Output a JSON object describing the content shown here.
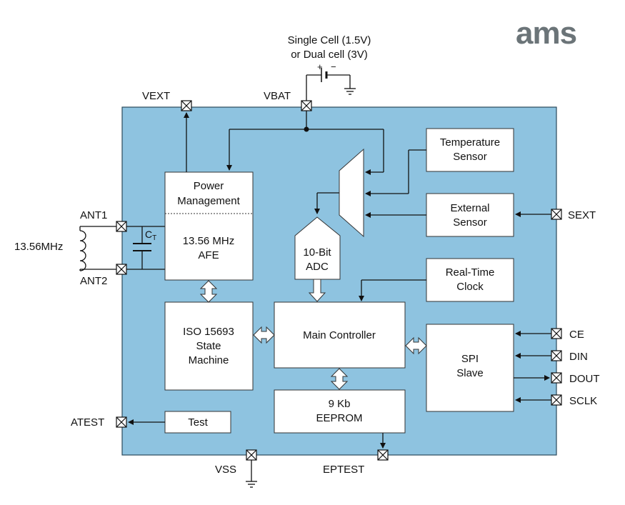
{
  "logo": {
    "text": "ams"
  },
  "supply": {
    "line1": "Single Cell (1.5V)",
    "line2": "or Dual cell (3V)",
    "plus": "+",
    "minus": "−"
  },
  "pins": {
    "vext": "VEXT",
    "vbat": "VBAT",
    "ant1": "ANT1",
    "ant2": "ANT2",
    "sext": "SEXT",
    "ce": "CE",
    "din": "DIN",
    "dout": "DOUT",
    "sclk": "SCLK",
    "atest": "ATEST",
    "vss": "VSS",
    "eptest": "EPTEST"
  },
  "antenna": {
    "freq": "13.56MHz",
    "cap": "C",
    "cap_sub": "T"
  },
  "blocks": {
    "power_management": {
      "line1": "Power",
      "line2": "Management"
    },
    "afe": {
      "line1": "13.56 MHz",
      "line2": "AFE"
    },
    "temperature_sensor": {
      "line1": "Temperature",
      "line2": "Sensor"
    },
    "external_sensor": {
      "line1": "External",
      "line2": "Sensor"
    },
    "adc": {
      "line1": "10-Bit",
      "line2": "ADC"
    },
    "rtc": {
      "line1": "Real-Time",
      "line2": "Clock"
    },
    "state_machine": {
      "line1": "ISO 15693",
      "line2": "State",
      "line3": "Machine"
    },
    "main_controller": {
      "label": "Main Controller"
    },
    "spi": {
      "line1": "SPI",
      "line2": "Slave"
    },
    "eeprom": {
      "line1": "9 Kb",
      "line2": "EEPROM"
    },
    "test": {
      "label": "Test"
    }
  },
  "colors": {
    "chip_fill": "#8ec3e0",
    "chip_stroke": "#2b4a5c",
    "logo": "#6b7478"
  }
}
